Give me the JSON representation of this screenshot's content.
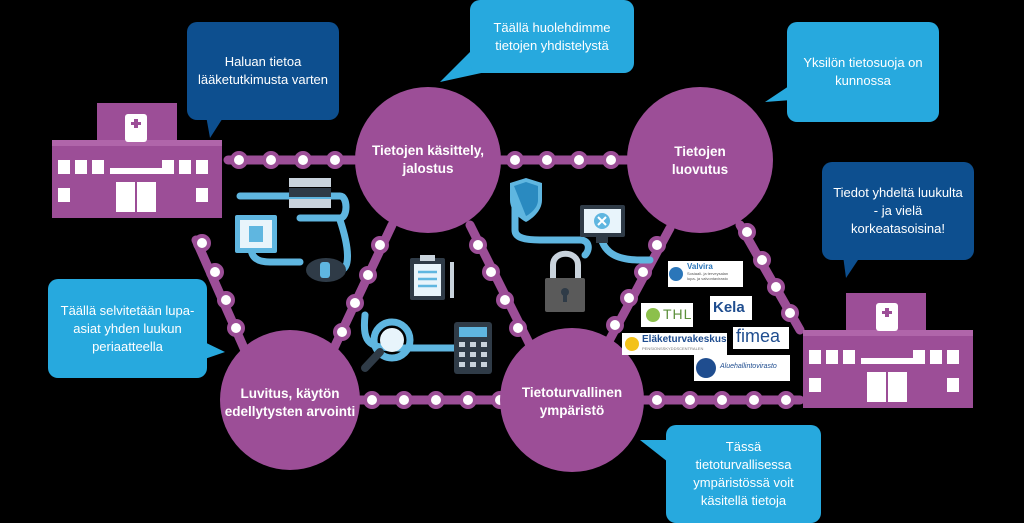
{
  "bubbles": {
    "tl": "Haluan tietoa lääketutkimusta varten",
    "tc": "Täällä  huolehdimme tietojen yhdistelystä",
    "tr": "Yksilön tietosuoja on kunnossa",
    "r": "Tiedot yhdeltä luukulta - ja vielä korkeatasoisina!",
    "l": "Täällä selvitetään lupa-asiat yhden luukun periaatteella",
    "br": "Tässä tietoturvallisessa ympäristössä voit käsitellä tietoja"
  },
  "circles": {
    "c1": "Tietojen käsittely, jalostus",
    "c2": "Tietojen luovutus",
    "c3": "Luvitus, käytön edellytysten arvointi",
    "c4": "Tietoturvallinen ympäristö"
  },
  "logos": {
    "valvira": "Valvira",
    "valvira_sub1": "Sosiaali- ja terveysalan",
    "valvira_sub2": "lupa- ja valvontavirasto",
    "thl": "THL",
    "kela": "Kela",
    "etk": "Eläketurvakeskus",
    "etk_sub": "PENSIONSSKYDDSCENTRALEN",
    "fimea": "fimea",
    "ahv": "Aluehallintovirasto"
  },
  "colors": {
    "purple": "#9c4e97",
    "dark_blue": "#0d4f8f",
    "light_blue": "#27a9de",
    "icon_blue": "#5fb6e0"
  }
}
